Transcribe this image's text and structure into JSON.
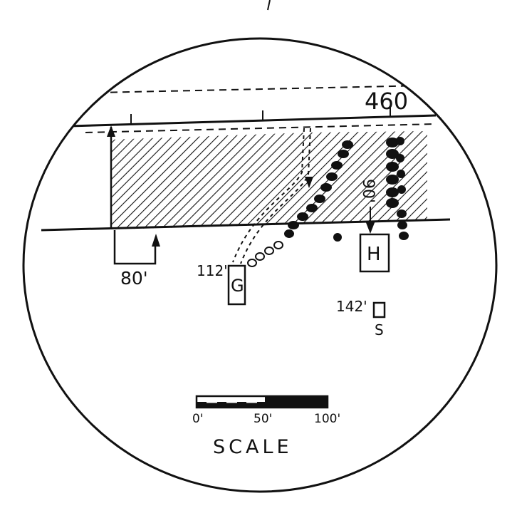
{
  "labels": {
    "road_number": "460",
    "distance_80": "80'",
    "distance_112": "112'",
    "distance_142": "142'",
    "distance_90": "90'",
    "building_g": "G",
    "building_h": "H",
    "building_s": "S"
  },
  "scale": {
    "ticks": [
      "0'",
      "50'",
      "100'"
    ],
    "caption": "SCALE"
  },
  "colors": {
    "ink": "#111111",
    "paper": "#ffffff"
  }
}
